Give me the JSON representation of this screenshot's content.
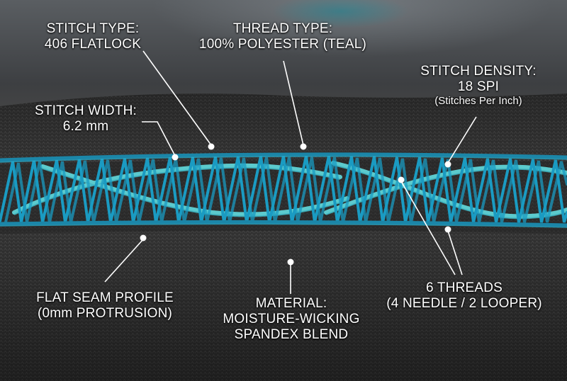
{
  "colors": {
    "fabric": "#3a3a3a",
    "fabric_dark": "#262626",
    "needle_thread": "#1a9bc2",
    "looper_thread": "#5fd3d6",
    "background_top": "#6a6e72",
    "label_text": "#ffffff"
  },
  "labels": {
    "stitch_type": {
      "line1": "STITCH TYPE:",
      "line2": "406 FLATLOCK"
    },
    "thread_type": {
      "line1": "THREAD TYPE:",
      "line2": "100% POLYESTER (TEAL)"
    },
    "stitch_density": {
      "line1": "STITCH DENSITY:",
      "line2": "18 SPI",
      "line3": "(Stitches Per Inch)"
    },
    "stitch_width": {
      "line1": "STITCH WIDTH:",
      "line2": "6.2 mm"
    },
    "flat_seam": {
      "line1": "FLAT SEAM PROFILE",
      "line2": "(0mm PROTRUSION)"
    },
    "material": {
      "line1": "MATERIAL:",
      "line2": "MOISTURE-WICKING",
      "line3": "SPANDEX BLEND"
    },
    "threads": {
      "line1": "6 THREADS",
      "line2": "(4 NEEDLE / 2 LOOPER)"
    }
  }
}
